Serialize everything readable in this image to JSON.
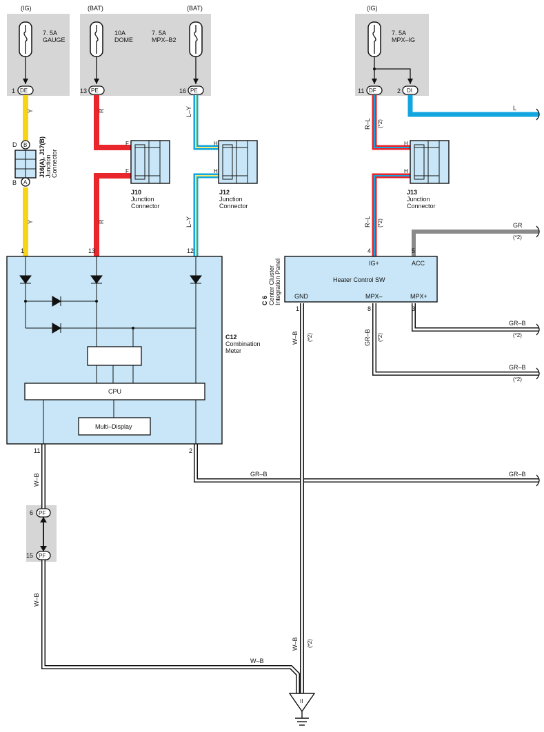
{
  "colors": {
    "yellow": "#f7d417",
    "red": "#e8262c",
    "blue": "#12a5e0",
    "light_yellow": "#f2ea6a",
    "gray": "#8a8a8a",
    "panel_fill": "#c8e6f7",
    "fuse_bg": "#d6d6d6"
  },
  "fuses": {
    "gauge": {
      "supply": "(IG)",
      "rating": "7. 5A",
      "name": "GAUGE",
      "pin": "1",
      "connector": "DE"
    },
    "dome": {
      "supply": "(BAT)",
      "rating": "10A",
      "name": "DOME",
      "pin": "13",
      "connector": "PE"
    },
    "mpx_b2": {
      "supply": "(BAT)",
      "rating": "7. 5A",
      "name": "MPX–B2",
      "pin": "16",
      "connector": "PE"
    },
    "mpx_ig": {
      "supply": "(IG)",
      "rating": "7. 5A",
      "name": "MPX–IG",
      "pin_df": "11",
      "connector_df": "DF",
      "pin_di": "2",
      "connector_di": "DI"
    }
  },
  "junction_j16": {
    "label": "J16(A), J17(B)",
    "sub1": "Junction",
    "sub2": "Connector",
    "top_pin": "D",
    "top_conn": "B",
    "bottom_pin": "B",
    "bottom_conn": "A"
  },
  "j10": {
    "id": "J10",
    "line1": "Junction",
    "line2": "Connector",
    "pin_top": "F",
    "pin_bottom": "F"
  },
  "j12": {
    "id": "J12",
    "line1": "Junction",
    "line2": "Connector",
    "pin_top": "H",
    "pin_bottom": "H"
  },
  "j13": {
    "id": "J13",
    "line1": "Junction",
    "line2": "Connector",
    "pin_top": "H",
    "pin_bottom": "H"
  },
  "wires": {
    "y": "Y",
    "r": "R",
    "ly": "L–Y",
    "rl": "R–L",
    "l": "L",
    "gr": "GR",
    "grb": "GR–B",
    "wb": "W–B",
    "note": "(*2)"
  },
  "meter": {
    "id": "C12",
    "line1": "Combination",
    "line2": "Meter",
    "pin1": "1",
    "pin13": "13",
    "pin12": "12",
    "pin11": "11",
    "pin2": "2",
    "cpu": "CPU",
    "display": "Multi–Display"
  },
  "panel": {
    "id": "C 6",
    "line1": "Center Cluster",
    "line2": "Integration Panel",
    "title": "Heater Control SW",
    "ig": "IG+",
    "acc": "ACC",
    "gnd": "GND",
    "mpxm": "MPX–",
    "mpxp": "MPX+",
    "pin4": "4",
    "pin5": "5",
    "pin1": "1",
    "pin8": "8",
    "pin3": "3"
  },
  "pf": {
    "pin_top": "6",
    "pin_bottom": "15",
    "connector": "PF"
  },
  "ground": {
    "label": "II"
  }
}
